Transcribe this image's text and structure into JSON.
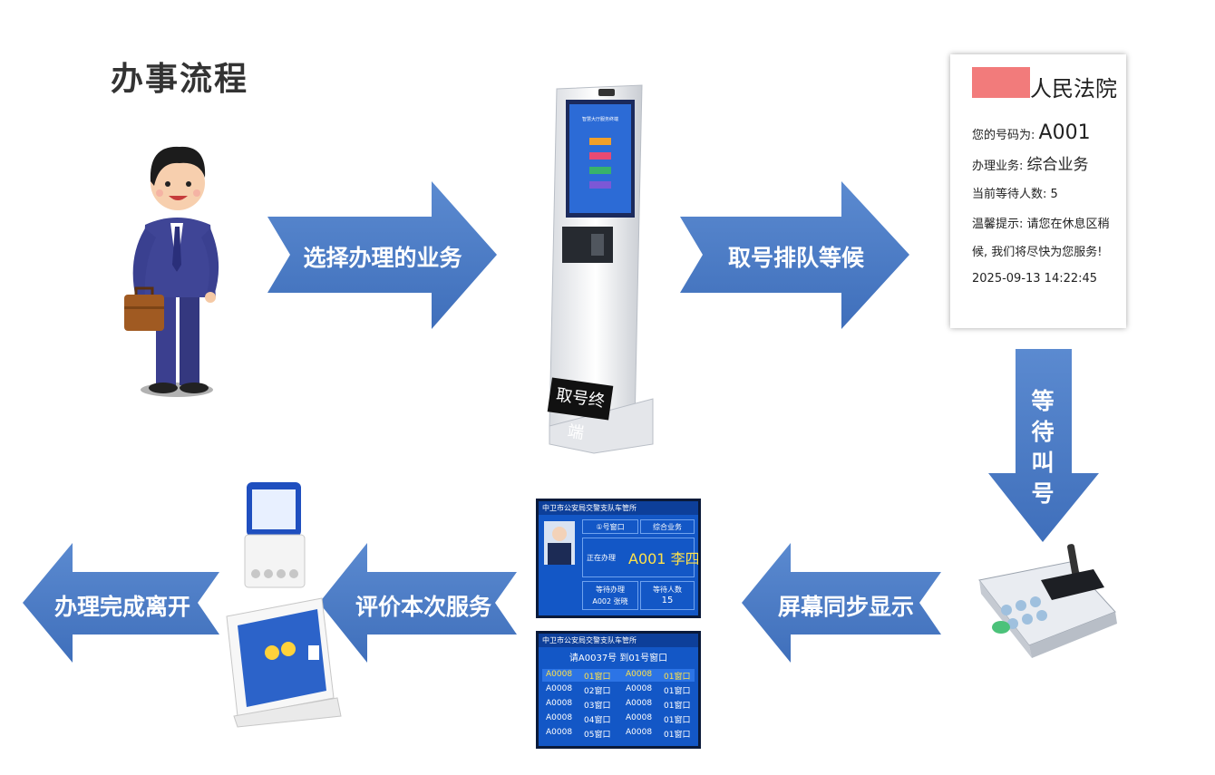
{
  "title": "办事流程",
  "steps": {
    "select": "选择办理的业务",
    "queue": "取号排队等候",
    "wait": [
      "等",
      "待",
      "叫",
      "号"
    ],
    "display": "屏幕同步显示",
    "evaluate": "评价本次服务",
    "finish": "办理完成离开"
  },
  "kiosk": {
    "label": "取号终端",
    "screen_title": "智慧大厅服务终端"
  },
  "ticket": {
    "court_suffix": "人民法院",
    "number_label": "您的号码为:",
    "number": "A001",
    "business_label": "办理业务:",
    "business": "综合业务",
    "waiting_label": "当前等待人数:",
    "waiting": "5",
    "tip_line1": "温馨提示: 请您在休息区稍",
    "tip_line2": "候, 我们将尽快为您服务!",
    "datetime": "2025-09-13  14:22:45"
  },
  "screen1": {
    "header": "中卫市公安局交警支队车管所",
    "window": "①号窗口",
    "business": "综合业务",
    "serving_label": "正在办理",
    "serving": "A001 李四",
    "next_label": "等待办理",
    "next": "A002  张晓",
    "count_label": "等待人数",
    "count": "15"
  },
  "screen2": {
    "header": "中卫市公安局交警支队车管所",
    "call": "请A0037号  到01号窗口",
    "rows": [
      [
        "A0008",
        "01窗口",
        "A0008",
        "01窗口"
      ],
      [
        "A0008",
        "02窗口",
        "A0008",
        "01窗口"
      ],
      [
        "A0008",
        "03窗口",
        "A0008",
        "01窗口"
      ],
      [
        "A0008",
        "04窗口",
        "A0008",
        "01窗口"
      ],
      [
        "A0008",
        "05窗口",
        "A0008",
        "01窗口"
      ]
    ]
  },
  "colors": {
    "arrow": "#4a7cc7",
    "screen": "#1357c6",
    "highlight": "#ffe24a",
    "redaction": "#f27b7b"
  }
}
